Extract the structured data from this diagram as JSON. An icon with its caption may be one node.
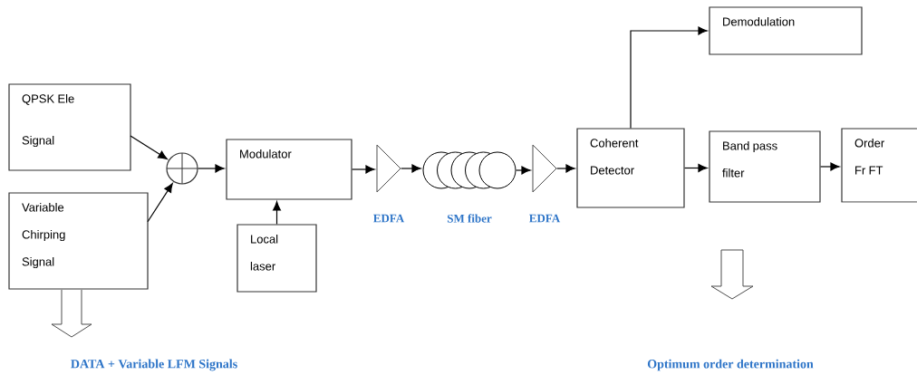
{
  "diagram": {
    "nodes": [
      {
        "text": [
          "QPSK Ele Signal"
        ]
      },
      {
        "text": [
          "Variable Chirping Signal"
        ]
      },
      {
        "text": [],
        "shape": "circle"
      },
      {
        "text": [
          "Modulator"
        ]
      },
      {
        "text": [
          "Local laser"
        ]
      },
      {
        "text": [],
        "shape": "triangle",
        "beside": [
          "EDFA"
        ]
      },
      {
        "text": [],
        "shape": "coil",
        "beside": [
          "SM fiber"
        ]
      },
      {
        "text": [],
        "shape": "triangle",
        "beside": [
          "EDFA"
        ]
      },
      {
        "text": [
          "Coherent Detector"
        ]
      },
      {
        "text": [
          "Demodulation"
        ]
      },
      {
        "text": [
          "Band pass filter"
        ]
      },
      {
        "text": [
          "Order Fr FT"
        ]
      }
    ],
    "edges": [
      {
        "from": 0,
        "to": 2,
        "arrow": "to"
      },
      {
        "from": 1,
        "to": 2,
        "arrow": "to"
      },
      {
        "from": 2,
        "to": 3,
        "arrow": "to"
      },
      {
        "from": 4,
        "to": 3,
        "arrow": "to"
      },
      {
        "from": 3,
        "to": 5,
        "arrow": "to"
      },
      {
        "from": 5,
        "to": 6,
        "arrow": "to"
      },
      {
        "from": 6,
        "to": 7,
        "arrow": "to"
      },
      {
        "from": 7,
        "to": 8,
        "arrow": "to"
      },
      {
        "from": 8,
        "to": 9,
        "arrow": "to"
      },
      {
        "from": 8,
        "to": 10,
        "arrow": "to"
      },
      {
        "from": 10,
        "to": 11,
        "arrow": "to"
      }
    ],
    "labels": [
      "DATA + Variable LFM Signals",
      "Optimum order determination"
    ]
  }
}
